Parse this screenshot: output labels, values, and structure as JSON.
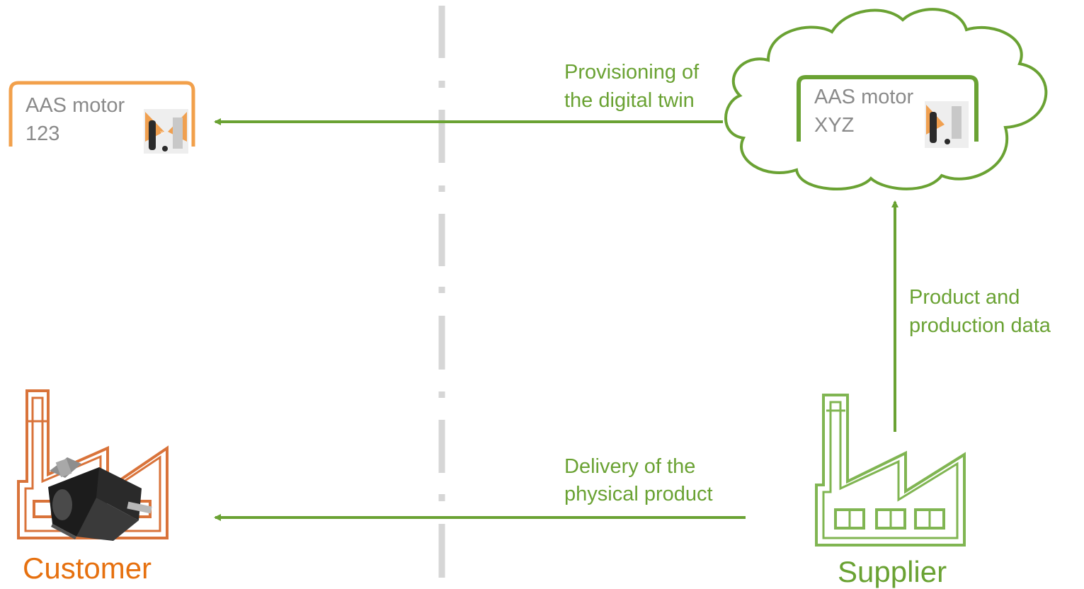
{
  "colors": {
    "customer": "#e6700f",
    "customer_frame": "#f2a04b",
    "supplier": "#6aa233",
    "text_gray": "#8a8a8a",
    "divider": "#d6d6d6"
  },
  "customer_aas": {
    "line1": "AAS motor",
    "line2": "123"
  },
  "supplier_aas": {
    "line1": "AAS motor",
    "line2": "XYZ"
  },
  "provisioning_label": {
    "line1": "Provisioning of",
    "line2": "the digital twin"
  },
  "delivery_label": {
    "line1": "Delivery of the",
    "line2": "physical product"
  },
  "data_label": {
    "line1": "Product and",
    "line2": "production data"
  },
  "customer_name": "Customer",
  "supplier_name": "Supplier",
  "icons": {
    "customer_factory": "factory-icon",
    "supplier_factory": "factory-icon",
    "motor": "motor-icon",
    "cloud": "cloud-icon",
    "aas_thumbnail": "aas-thumbnail-icon"
  }
}
